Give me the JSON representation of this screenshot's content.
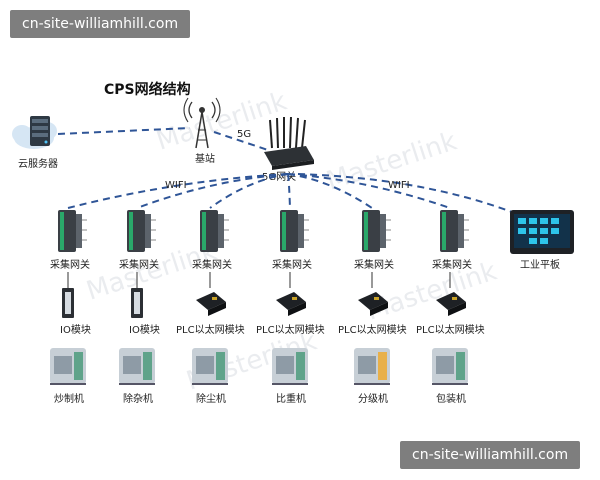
{
  "watermark_top": "cn-site-williamhill.com",
  "watermark_bottom": "cn-site-williamhill.com",
  "title": "CPS网络结构",
  "background_watermark": "Masterlink",
  "server_label": "云服务器",
  "base_station_label": "基站",
  "link_5g_label": "5G",
  "gateway_label": "5G网关",
  "wifi_left_label": "WIFI",
  "wifi_right_label": "WIFI",
  "collectors": [
    {
      "label": "采集网关",
      "module": "IO模块",
      "machine": "炒制机"
    },
    {
      "label": "采集网关",
      "module": "IO模块",
      "machine": "除杂机"
    },
    {
      "label": "采集网关",
      "module": "PLC以太网模块",
      "machine": "除尘机"
    },
    {
      "label": "采集网关",
      "module": "PLC以太网模块",
      "machine": "比重机"
    },
    {
      "label": "采集网关",
      "module": "PLC以太网模块",
      "machine": "分级机"
    },
    {
      "label": "采集网关",
      "module": "PLC以太网模块",
      "machine": "包装机"
    }
  ],
  "tablet_label": "工业平板",
  "colors": {
    "link": "#2f5597",
    "device": "#3a3f45",
    "accent": "#2aa86a"
  }
}
